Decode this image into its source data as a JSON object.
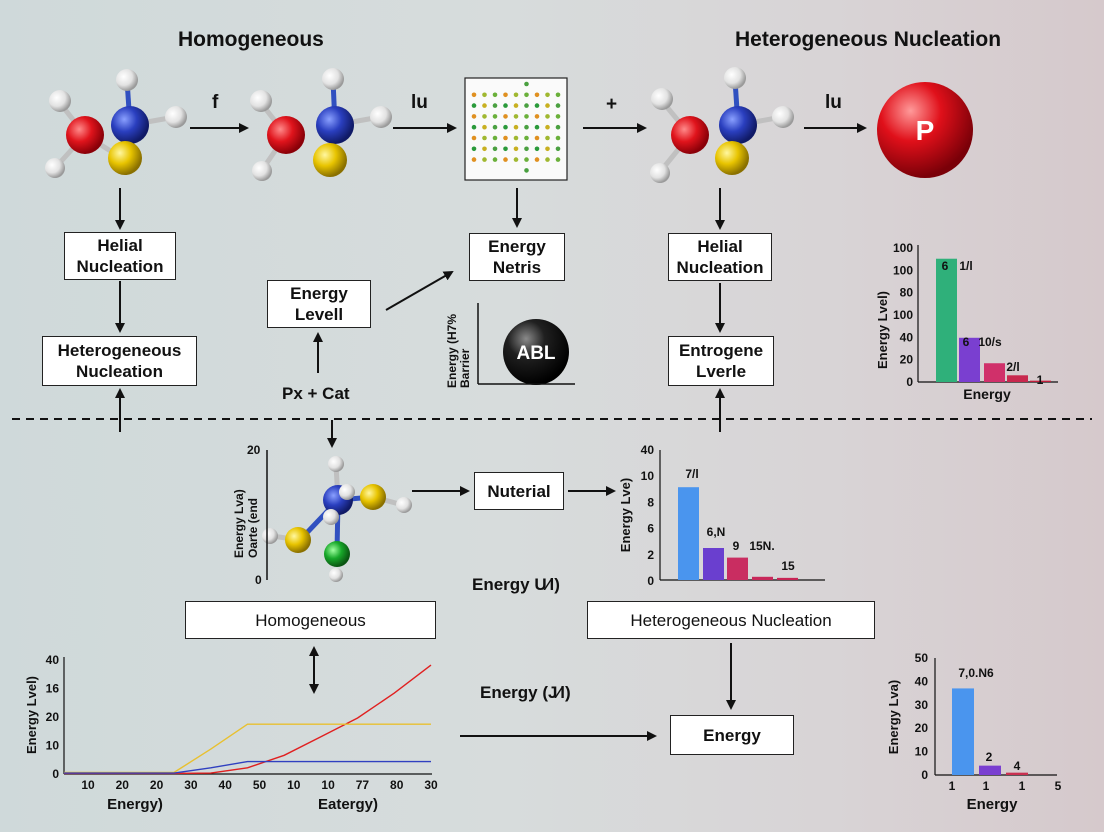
{
  "titles": {
    "left": "Homogeneous",
    "right": "Heterogeneous Nucleation"
  },
  "arrow_labels": {
    "a1": "f",
    "a2": "lu",
    "a3": "+",
    "a4": "lu"
  },
  "sphere_letter": "P",
  "ball_label": "ABL",
  "boxes": {
    "helial_left_1": "Helial",
    "helial_left_2": "Nucleation",
    "hetero_left_1": "Heterogeneous",
    "hetero_left_2": "Nucleation",
    "energy_levell_1": "Energy",
    "energy_levell_2": "Levell",
    "energy_netris_1": "Energy",
    "energy_netris_2": "Netris",
    "helial_right_1": "Helial",
    "helial_right_2": "Nucleation",
    "entrogene_1": "Entrogene",
    "entrogene_2": "Lverle",
    "nuterial": "Nuterial",
    "homogeneous": "Homogeneous",
    "hetero_bottom": "Heterogeneous Nucleation",
    "energy_bottom": "Energy"
  },
  "texts": {
    "px_cat": "Px + Cat",
    "energy_barrier_1": "Energy (H7%",
    "energy_barrier_2": "Barrier",
    "energy_u": "Energy U⁄l)",
    "energy_j": "Energy (J⁄l)",
    "mol_axis_1": "Energy Lva)",
    "mol_axis_2": "Oarte (end",
    "mol_tick_top": "20",
    "mol_tick_bottom": "0"
  },
  "chart_data": [
    {
      "type": "bar",
      "ylabel": "Energy Lvel)",
      "xlabel": "Energy",
      "ytick_labels": [
        "100",
        "100",
        "80",
        "100",
        "40",
        "20",
        "0"
      ],
      "values": [
        92,
        33,
        14,
        5,
        1
      ],
      "bar_labels": [
        "6",
        "1/l",
        "6",
        "10/s",
        "2/l",
        "1"
      ],
      "colors": [
        "#2fb07a",
        "#7a3fd0",
        "#d0306a",
        "#c8284e",
        "#c01f3c"
      ]
    },
    {
      "type": "bar",
      "ylabel": "Energy Lve)",
      "ytick_labels": [
        "40",
        "10",
        "8",
        "6",
        "2",
        "0"
      ],
      "values": [
        8.7,
        3.0,
        2.1,
        0.3,
        0.2
      ],
      "bar_labels": [
        "7/l",
        "6,N",
        "9",
        "15N.",
        "15"
      ],
      "colors": [
        "#4a95ee",
        "#6a3fcf",
        "#c92d61",
        "#c8285a",
        "#c82455"
      ]
    },
    {
      "type": "line",
      "ylabel": "Energy Lvel)",
      "xlabel_left": "Energy)",
      "xlabel_right": "Eatergy)",
      "ytick_labels": [
        "40",
        "16",
        "20",
        "10",
        "0"
      ],
      "x_tick_labels": [
        "10",
        "20",
        "20",
        "30",
        "40",
        "50",
        "10",
        "10",
        "77",
        "80",
        "30"
      ],
      "series": [
        {
          "color": "#e02020",
          "values": [
            0.2,
            0.2,
            0.2,
            0.2,
            0.3,
            2,
            6,
            12,
            18,
            26,
            35
          ]
        },
        {
          "color": "#e8c030",
          "values": [
            0.5,
            0.5,
            0.5,
            0.5,
            8,
            16,
            16,
            16,
            16,
            16,
            16
          ]
        },
        {
          "color": "#3040c0",
          "values": [
            0.3,
            0.3,
            0.3,
            0.3,
            2,
            4,
            4,
            4,
            4,
            4,
            4
          ]
        }
      ]
    },
    {
      "type": "bar",
      "ylabel": "Energy Lva)",
      "xlabel": "Energy",
      "ytick_labels": [
        "50",
        "40",
        "30",
        "20",
        "10",
        "0"
      ],
      "x_tick_labels": [
        "1",
        "1",
        "1",
        "5"
      ],
      "values": [
        37,
        4,
        1
      ],
      "bar_labels": [
        "7,0.N6",
        "2",
        "4"
      ],
      "colors": [
        "#4a95ee",
        "#7a3fd0",
        "#c83050"
      ]
    }
  ]
}
